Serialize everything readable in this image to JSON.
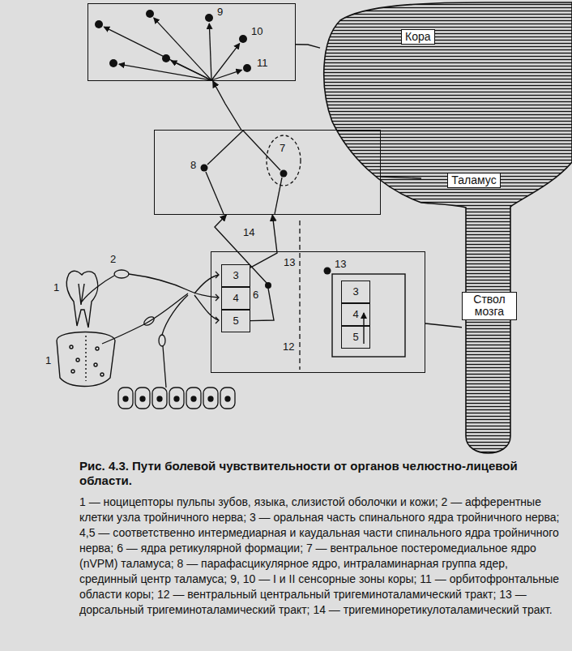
{
  "diagram": {
    "title": "Рис. 4.3. Пути болевой чувствительности от органов челюстно-лицевой области.",
    "caption": "1 — ноцицепторы пульпы зубов, языка, слизистой оболочки и кожи; 2 — афферентные клетки узла тройничного нерва; 3 — оральная часть спинального ядра тройничного нерва; 4,5 — соответственно интермедиарная и каудальная части спинального ядра тройничного нерва; 6 — ядра ретикулярной формации; 7 — вентральное постеромедиальное ядро (nVPM) таламуса; 8 — парафасцикулярное ядро, интраламинарная группа ядер, срединный центр таламуса; 9, 10 — I и II сенсорные зоны коры; 11 — орбитофронтальные области коры; 12 — вентральный центральный тригеминоталамический тракт; 13 — дорсальный тригеминоталамический тракт; 14 — тригеминоретикулоталамический тракт.",
    "nodes": [
      {
        "text": [
          "9",
          "10",
          "11"
        ]
      },
      {
        "text": [
          "8",
          "7"
        ]
      },
      {
        "text": [
          "13",
          "6",
          "12",
          "13"
        ]
      },
      {
        "text": [
          "3"
        ],
        "in": 2
      },
      {
        "text": [
          "4"
        ],
        "in": 2
      },
      {
        "text": [
          "5"
        ],
        "in": 2
      },
      {
        "text": [
          "3"
        ],
        "in": 2
      },
      {
        "text": [
          "4"
        ],
        "in": 2
      },
      {
        "text": [
          "5"
        ],
        "in": 2
      },
      {
        "text": [
          "Кора"
        ]
      },
      {
        "text": [
          "Таламус"
        ]
      },
      {
        "text": [
          "Ствол мозга"
        ]
      }
    ],
    "edges": [
      {
        "from": 1,
        "to": 0,
        "arrow": "to"
      },
      {
        "from": 3,
        "to": 1,
        "arrow": "to"
      },
      {
        "from": 5,
        "to": 1,
        "arrow": "to"
      },
      {
        "from": 0,
        "to": 9,
        "arrow": "none"
      },
      {
        "from": 1,
        "to": 10,
        "arrow": "none"
      },
      {
        "from": 2,
        "to": 11,
        "arrow": "none"
      }
    ],
    "labels": [
      "1",
      "1",
      "2",
      "14"
    ]
  }
}
